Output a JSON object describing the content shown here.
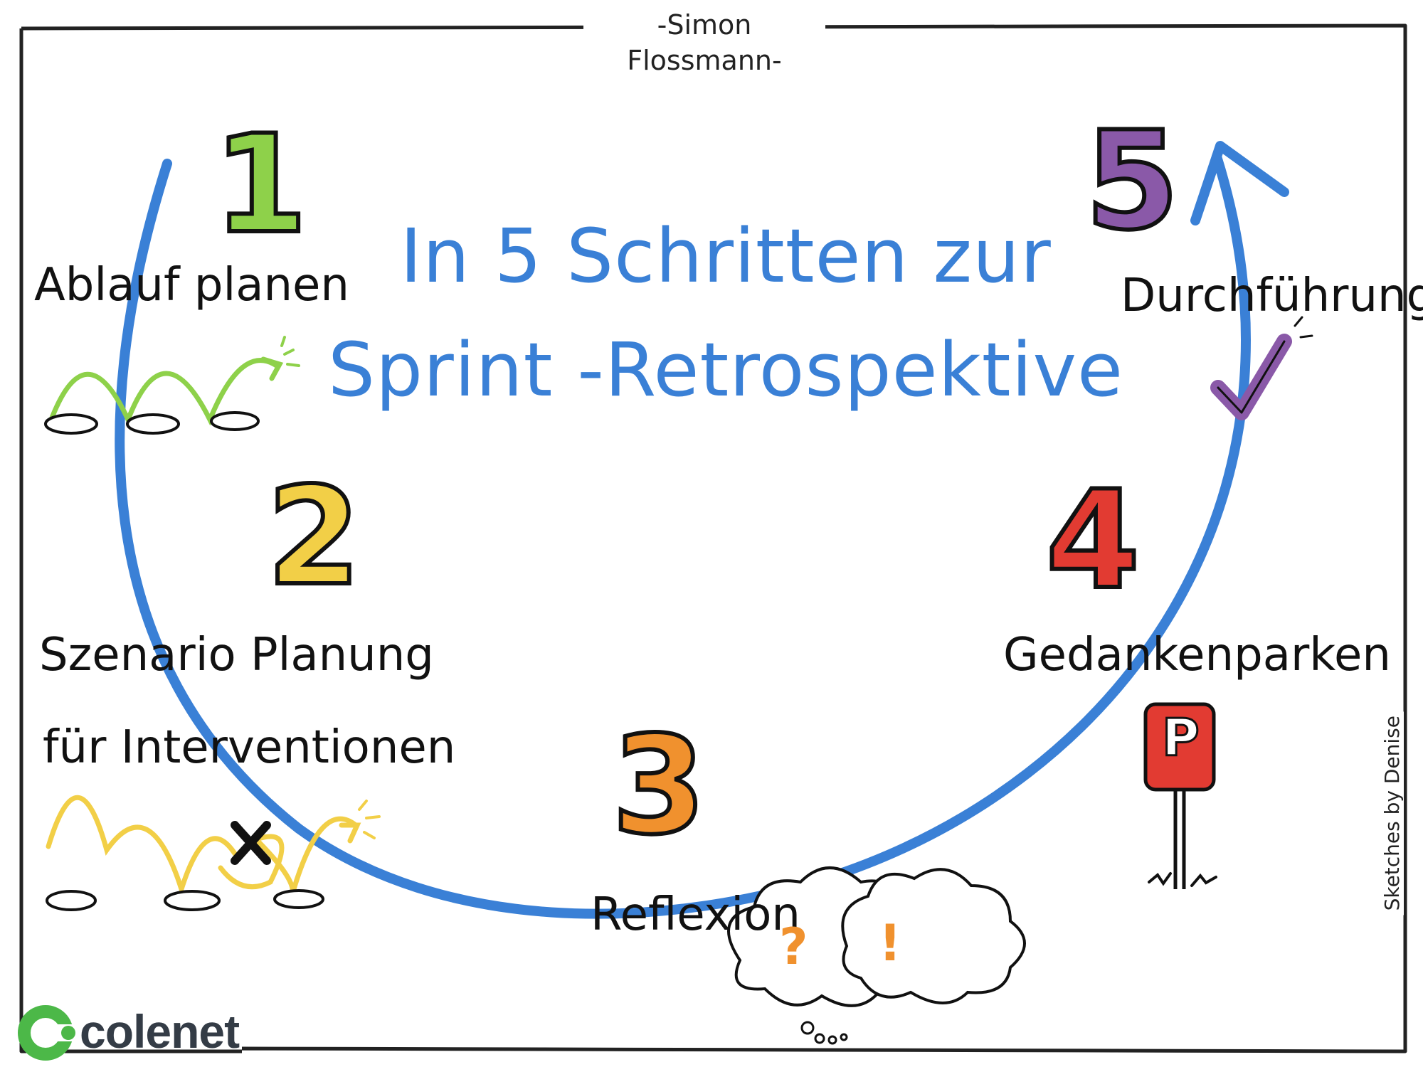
{
  "author": "-Simon Flossmann-",
  "credit": "Sketches by Denise",
  "title": {
    "line1": "In 5 Schritten zur",
    "line2": "Sprint -Retrospektive"
  },
  "steps": [
    {
      "number": "1",
      "label": "Ablauf planen",
      "color": "#8ed14a"
    },
    {
      "number": "2",
      "label_line1": "Szenario Planung",
      "label_line2": "für Interventionen",
      "color": "#f2cf47"
    },
    {
      "number": "3",
      "label": "Reflexion",
      "color": "#f0912e"
    },
    {
      "number": "4",
      "label": "Gedankenparken",
      "color": "#e23b32"
    },
    {
      "number": "5",
      "label": "Durchführung",
      "color": "#8a59a8"
    }
  ],
  "icons": {
    "parking_sign_letter": "P",
    "thought_question": "?",
    "thought_exclaim": "!"
  },
  "logo": {
    "text": "colenet",
    "color": "#4cb848",
    "text_color": "#343c46"
  },
  "colors": {
    "circle": "#3a80d6",
    "frame": "#222222",
    "green": "#8ed14a",
    "yellow": "#f2cf47",
    "orange": "#f0912e",
    "red": "#e23b32",
    "purple": "#8a59a8"
  }
}
